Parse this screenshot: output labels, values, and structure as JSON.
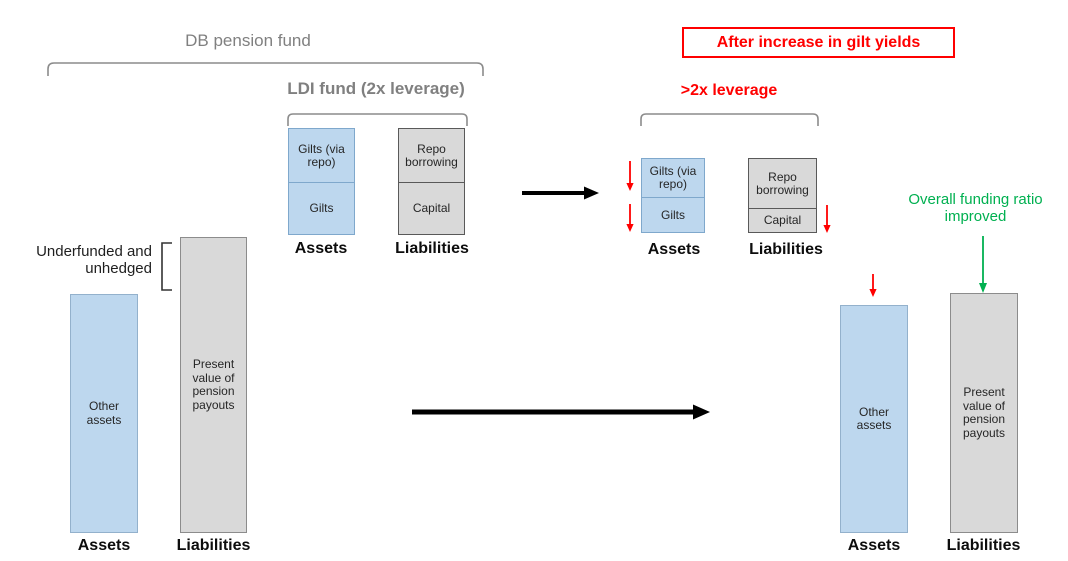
{
  "colors": {
    "red": "#FF0000",
    "green": "#00B050",
    "asset_fill": "#BDD7EE",
    "asset_border": "#7FA8CC",
    "liability_fill": "#D9D9D9",
    "liability_border": "#595959",
    "muted_label": "#808080",
    "text": "#1F1F1F"
  },
  "icons": {
    "right_arrow": "→",
    "down_arrow": "↓"
  },
  "before": {
    "group_label": "DB pension fund",
    "ldi": {
      "title": "LDI fund (2x leverage)",
      "assets_column": {
        "cells": [
          "Gilts (via repo)",
          "Gilts"
        ],
        "label": "Assets"
      },
      "liabilities_column": {
        "cells": [
          "Repo borrowing",
          "Capital"
        ],
        "label": "Liabilities"
      }
    },
    "pension": {
      "annotation": "Underfunded and unhedged",
      "assets_bar": {
        "text": "Other assets",
        "label": "Assets"
      },
      "liabilities_bar": {
        "text": "Present value of pension payouts",
        "label": "Liabilities"
      }
    }
  },
  "after": {
    "banner": "After increase in gilt yields",
    "leverage_label": ">2x leverage",
    "ldi": {
      "assets_column": {
        "cells": [
          "Gilts (via repo)",
          "Gilts"
        ],
        "label": "Assets"
      },
      "liabilities_column": {
        "cells": [
          "Repo borrowing",
          "Capital"
        ],
        "label": "Liabilities"
      }
    },
    "funding_note": "Overall funding ratio improved",
    "pension": {
      "assets_bar": {
        "text": "Other assets",
        "label": "Assets"
      },
      "liabilities_bar": {
        "text": "Present value of pension payouts",
        "label": "Liabilities"
      }
    }
  }
}
